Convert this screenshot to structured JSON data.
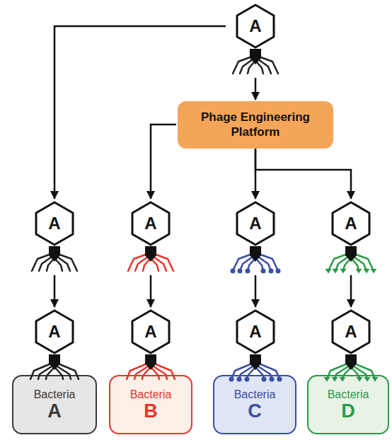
{
  "diagram": {
    "nodes": [
      {
        "text": [
          "A"
        ]
      },
      {
        "text": [
          "Phage Engineering Platform"
        ]
      },
      {
        "text": [
          "A"
        ]
      },
      {
        "text": [
          "A"
        ]
      },
      {
        "text": [
          "A"
        ]
      },
      {
        "text": [
          "A"
        ]
      },
      {
        "text": [
          "A"
        ]
      },
      {
        "text": [
          "A"
        ]
      },
      {
        "text": [
          "A"
        ]
      },
      {
        "text": [
          "A"
        ]
      },
      {
        "text": [
          "Bacteria",
          "A"
        ]
      },
      {
        "text": [
          "Bacteria",
          "B"
        ]
      },
      {
        "text": [
          "Bacteria",
          "C"
        ]
      },
      {
        "text": [
          "Bacteria",
          "D"
        ]
      }
    ],
    "edges": [
      {
        "from": 0,
        "to": 2,
        "arrow": "to"
      },
      {
        "from": 0,
        "to": 1,
        "arrow": "to"
      },
      {
        "from": 1,
        "to": 3,
        "arrow": "to"
      },
      {
        "from": 1,
        "to": 4,
        "arrow": "to"
      },
      {
        "from": 1,
        "to": 5,
        "arrow": "to"
      },
      {
        "from": 2,
        "to": 6,
        "arrow": "to"
      },
      {
        "from": 3,
        "to": 7,
        "arrow": "to"
      },
      {
        "from": 4,
        "to": 8,
        "arrow": "to"
      },
      {
        "from": 5,
        "to": 9,
        "arrow": "to"
      }
    ]
  }
}
